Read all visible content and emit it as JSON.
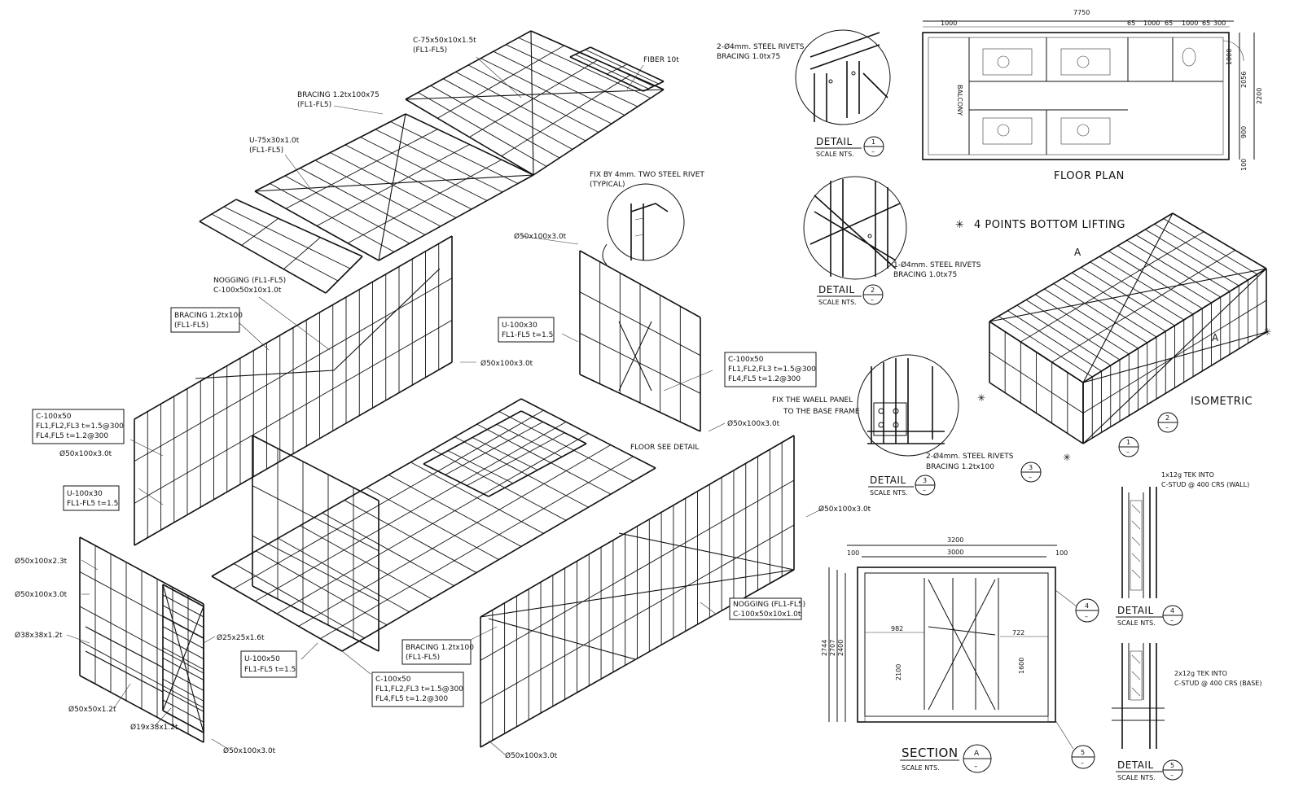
{
  "labels": {
    "c75": "C-75x50x10x1.5t",
    "c75_sub": "(FL1-FL5)",
    "fiber": "FIBER 10t",
    "bracing_top": "BRACING 1.2tx100x75",
    "bracing_top_sub": "(FL1-FL5)",
    "u75": "U-75x30x1.0t",
    "u75_sub": "(FL1-FL5)",
    "fix_rivet": "FIX BY 4mm. TWO STEEL RIVET",
    "fix_rivet_sub": "(TYPICAL)",
    "nogging_left": "NOGGING (FL1-FL5)",
    "nogging_left_sub": "C-100x50x10x1.0t",
    "bracing_left": "BRACING 1.2tx100",
    "bracing_left_sub": "(FL1-FL5)",
    "post_a": "Ø50x100x3.0t",
    "post_b": "Ø50x100x3.0t",
    "post_c": "Ø50x100x3.0t",
    "post_d": "Ø50x100x3.0t",
    "post_e": "Ø50x100x3.0t",
    "post_f": "Ø50x100x3.0t",
    "post_g": "Ø50x100x3.0t",
    "post_h": "Ø50x100x3.0t",
    "c100_left_1": "C-100x50",
    "c100_left_2": "FL1,FL2,FL3  t=1.5@300",
    "c100_left_3": "FL4,FL5  t=1.2@300",
    "u100_left_1": "U-100x30",
    "u100_left_2": "FL1-FL5  t=1.5",
    "u100_mid_1": "U-100x30",
    "u100_mid_2": "FL1-FL5  t=1.5",
    "c100_mid_1": "C-100x50",
    "c100_mid_2": "FL1,FL2,FL3  t=1.5@300",
    "c100_mid_3": "FL4,FL5  t=1.2@300",
    "floor_see_detail": "FLOOR SEE DETAIL",
    "p50x2_3": "Ø50x100x2.3t",
    "p38": "Ø38x38x1.2t",
    "p25": "Ø25x25x1.6t",
    "p50x50": "Ø50x50x1.2t",
    "p19": "Ø19x38x1.2t",
    "u100x50_1": "U-100x50",
    "u100x50_2": "FL1-FL5  t=1.5",
    "c100_bot_1": "C-100x50",
    "c100_bot_2": "FL1,FL2,FL3  t=1.5@300",
    "c100_bot_3": "FL4,FL5  t=1.2@300",
    "bracing_bot": "BRACING 1.2tx100",
    "bracing_bot_sub": "(FL1-FL5)",
    "nogging_right": "NOGGING (FL1-FL5)",
    "nogging_right_sub": "C-100x50x10x1.0t"
  },
  "details": {
    "d1_note_1": "2-Ø4mm. STEEL RIVETS",
    "d1_note_2": "BRACING 1.0tx75",
    "d1_title": "DETAIL",
    "d1_scale": "SCALE NTS.",
    "d1_num": "1",
    "d2_note_1": "1-Ø4mm. STEEL RIVETS",
    "d2_note_2": "BRACING 1.0tx75",
    "d2_title": "DETAIL",
    "d2_scale": "SCALE NTS.",
    "d2_num": "2",
    "d3_note_1": "FIX THE WAELL PANEL",
    "d3_note_2": "TO THE BASE FRAME",
    "d3_note_3": "2-Ø4mm. STEEL RIVETS",
    "d3_note_4": "BRACING 1.2tx100",
    "d3_title": "DETAIL",
    "d3_scale": "SCALE NTS.",
    "d3_num": "3",
    "d4_note_1": "1x12g TEK INTO",
    "d4_note_2": "C-STUD @ 400 CRS (WALL)",
    "d4_title": "DETAIL",
    "d4_scale": "SCALE NTS.",
    "d4_num": "4",
    "d5_note_1": "2x12g TEK INTO",
    "d5_note_2": "C-STUD @ 400 CRS (BASE)",
    "d5_title": "DETAIL",
    "d5_scale": "SCALE NTS.",
    "d5_num": "5",
    "dash": "–"
  },
  "floor_plan": {
    "title": "FLOOR PLAN",
    "total": "7750",
    "d_1000a": "1000",
    "d_65a": "65",
    "d_1000b": "1000",
    "d_65b": "65",
    "d_1000c": "1000",
    "d_65c": "65",
    "d_300": "300",
    "d_1000v": "1000",
    "d_2056": "2056",
    "d_2200": "2200",
    "d_900": "900",
    "d_100": "100",
    "balcony": "BALCONY"
  },
  "iso": {
    "lifting": "4 POINTS BOTTOM LIFTING",
    "title": "ISOMETRIC",
    "sec_a": "A",
    "c1": "1",
    "c2": "2",
    "c3": "3"
  },
  "section": {
    "title": "SECTION",
    "scale": "SCALE NTS.",
    "letter": "A",
    "w_3200": "3200",
    "w_3000": "3000",
    "d_100a": "100",
    "d_100b": "100",
    "h_2744": "2744",
    "h_2707": "2707",
    "h_2400": "2400",
    "d_982": "982",
    "d_2100": "2100",
    "d_722": "722",
    "d_1600": "1600",
    "c4": "4",
    "c5": "5"
  }
}
